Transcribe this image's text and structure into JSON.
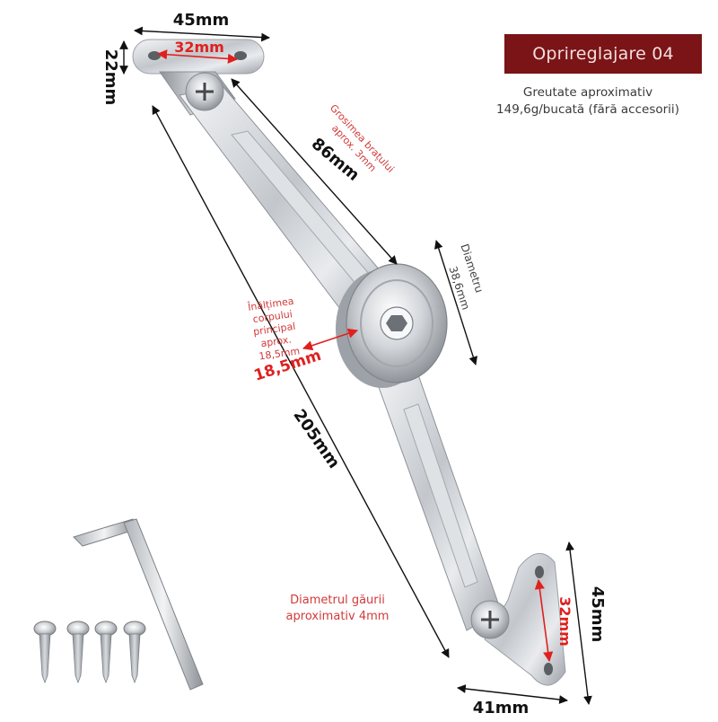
{
  "badge": {
    "label": "Oprireglajare 04"
  },
  "weight_note": {
    "line1": "Greutate aproximativ",
    "line2": "149,6g/bucată (fără accesorii)"
  },
  "hole_note": {
    "line1": "Diametrul găurii",
    "line2": "aproximativ 4mm"
  },
  "dimensions": {
    "top_width": "45mm",
    "top_hole_spacing": "32mm",
    "top_height": "22mm",
    "arm_length": "86mm",
    "total_length": "205mm",
    "diameter_value": "38,6mm",
    "diameter_label": "Diametru",
    "bottom_height": "45mm",
    "bottom_hole_spacing": "32mm",
    "bottom_width": "41mm",
    "body_height": "18,5mm"
  },
  "arm_thickness": {
    "line1": "Grosimea brațului",
    "line2": "aprox. 3mm"
  },
  "body_label": {
    "line1": "Înălțimea",
    "line2": "corpului",
    "line3": "principal",
    "line4": "aprox.",
    "line5": "18,5mm"
  },
  "colors": {
    "accent": "#7a1416",
    "annotation_red": "#d23a3a",
    "metal": "#c9cdd2"
  }
}
